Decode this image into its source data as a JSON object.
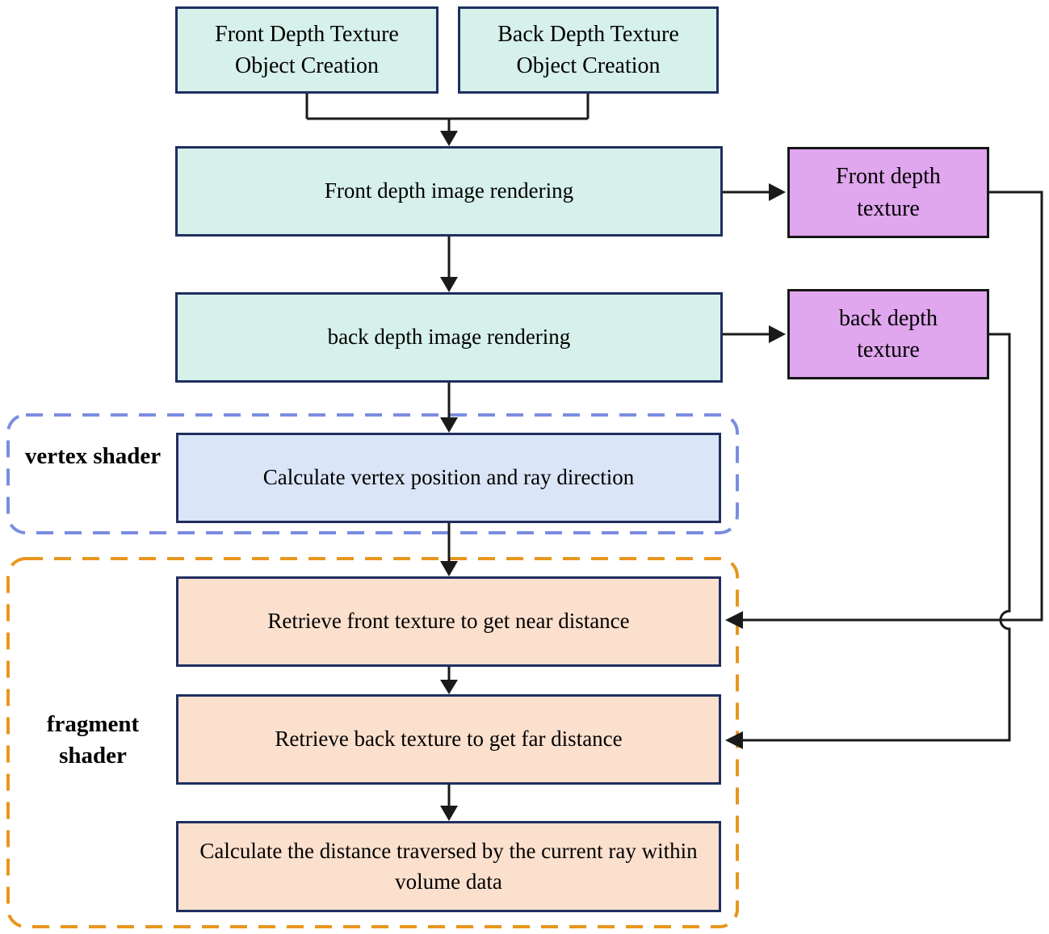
{
  "colors": {
    "mint-fill": "#d6f0ea",
    "purple-fill": "#e0a6ee",
    "blue-fill": "#dbe5f8",
    "peach-fill": "#fce0ce",
    "navy-border": "#1f2f5f",
    "black-border": "#161616",
    "line": "#1a1a1a",
    "dash-blue": "#7b8de0",
    "dash-orange": "#e8961e",
    "text": "#000000"
  },
  "nodes": {
    "front_obj": {
      "label": "Front Depth Texture Object Creation"
    },
    "back_obj": {
      "label": "Back Depth Texture Object Creation"
    },
    "front_render": {
      "label": "Front depth image rendering"
    },
    "front_texture": {
      "label": "Front depth texture"
    },
    "back_render": {
      "label": "back depth image rendering"
    },
    "back_texture": {
      "label": "back depth texture"
    },
    "vertex_calc": {
      "label": "Calculate vertex position and ray direction"
    },
    "retrieve_front": {
      "label": "Retrieve front texture to get near distance"
    },
    "retrieve_back": {
      "label": "Retrieve back texture to get far distance"
    },
    "calc_distance": {
      "label": "Calculate the distance traversed by the current ray within volume data"
    }
  },
  "groups": {
    "vertex": {
      "label": "vertex shader"
    },
    "fragment": {
      "label": "fragment shader"
    }
  }
}
